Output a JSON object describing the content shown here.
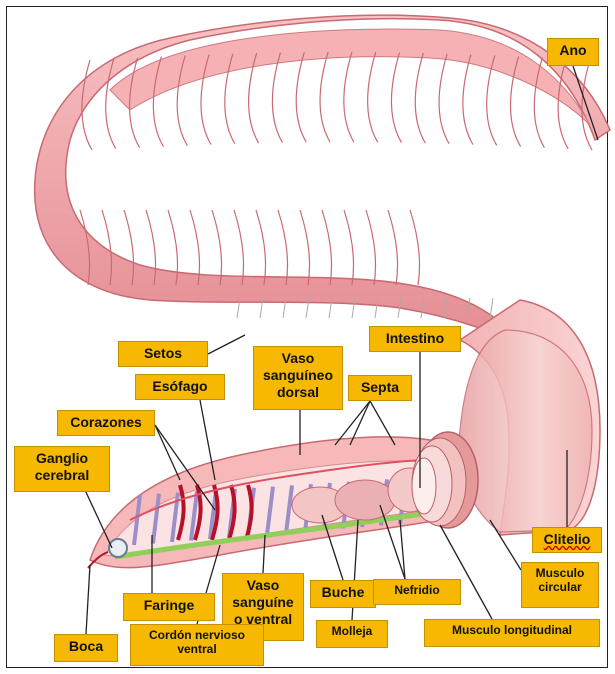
{
  "colors": {
    "label_bg": "#f6b800",
    "worm_pink": "#f4a7a9",
    "worm_dark": "#d97a80",
    "heart_red": "#b5122a",
    "septa_purple": "#9b8fc9",
    "nerve_green": "#8fcf5a"
  },
  "labels": {
    "ano": "Ano",
    "setos": "Setos",
    "intestino": "Intestino",
    "vaso_dorsal": "Vaso sanguíneo dorsal",
    "esofago": "Esófago",
    "septa": "Septa",
    "corazones": "Corazones",
    "ganglio": "Ganglio cerebral",
    "clitelio": "Clitelio",
    "musculo_circular": "Musculo circular",
    "faringe": "Faringe",
    "vaso_ventral": "Vaso sanguíne o ventral",
    "buche": "Buche",
    "nefridio": "Nefridio",
    "boca": "Boca",
    "cordon": "Cordón nervioso ventral",
    "molleja": "Molleja",
    "musculo_longitudinal": "Musculo longitudinal"
  }
}
